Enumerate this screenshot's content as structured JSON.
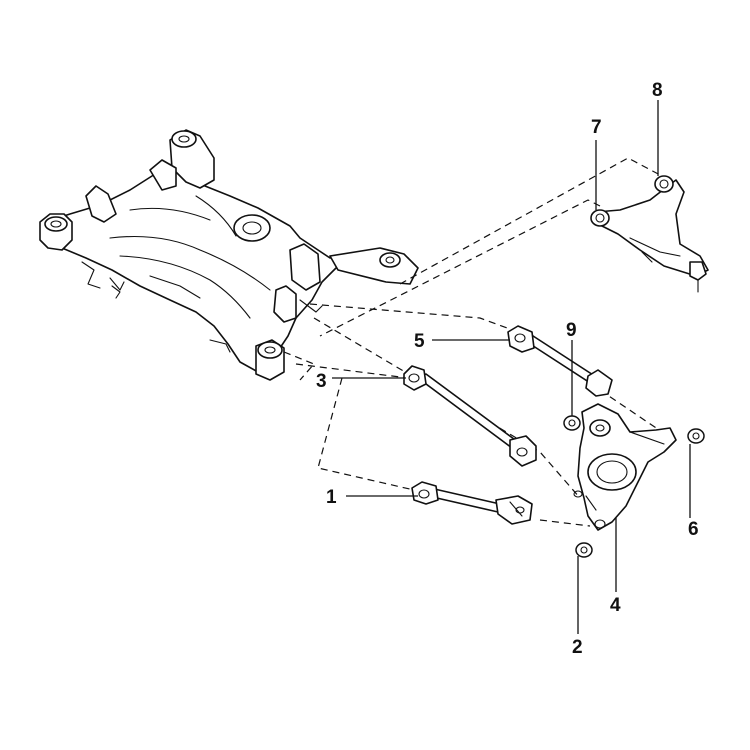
{
  "colors": {
    "line": "#111111",
    "background": "#ffffff"
  },
  "callouts": [
    {
      "number": "1"
    },
    {
      "number": "2"
    },
    {
      "number": "3"
    },
    {
      "number": "4"
    },
    {
      "number": "5"
    },
    {
      "number": "6"
    },
    {
      "number": "7"
    },
    {
      "number": "8"
    },
    {
      "number": "9"
    }
  ]
}
